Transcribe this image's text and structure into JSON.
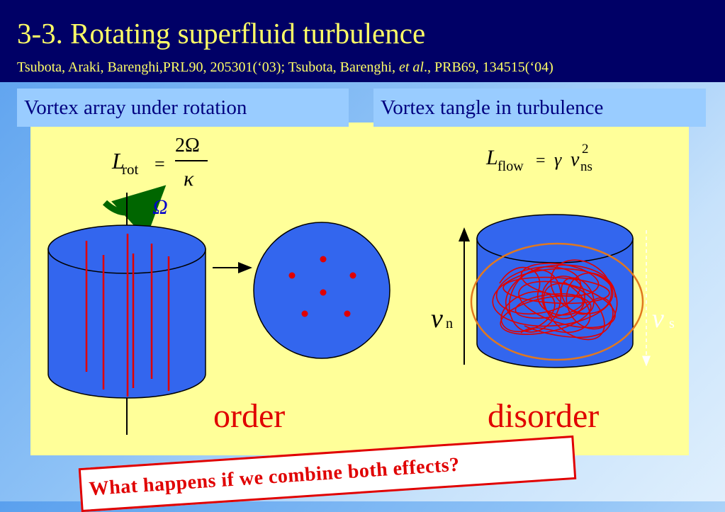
{
  "slide": {
    "title": "3-3. Rotating superfluid turbulence",
    "citation": {
      "part1": "Tsubota, Araki, Barenghi,PRL90, 205301(‘03); Tsubota, Barenghi, ",
      "etal": "et al",
      "part2": "., PRB69, 134515(‘04)"
    },
    "left_label": "Vortex array under rotation",
    "right_label": "Vortex tangle in turbulence",
    "formula_rot": {
      "symbol": "L",
      "subscript": "rot",
      "equals": "=",
      "numerator": "2Ω",
      "denominator": "κ"
    },
    "formula_flow": {
      "symbol": "L",
      "subscript": "flow",
      "equals": "=",
      "gamma": "γ",
      "v": "v",
      "superscript": "2",
      "subscript2": "ns"
    },
    "omega_label": "Ω",
    "vn_label": {
      "v": "v",
      "sub": "n"
    },
    "vs_label": {
      "v": "v",
      "sub": "s"
    },
    "order_label": "order",
    "disorder_label": "disorder",
    "question": "What happens if we combine both effects?"
  },
  "colors": {
    "header_bg": "#000066",
    "title_text": "#ffff66",
    "label_bg": "#99ccff",
    "label_text": "#000080",
    "panel_bg": "#ffff99",
    "cylinder_blue": "#3366ee",
    "vortex_red": "#e00000",
    "arrow_green": "#006600",
    "omega_blue": "#0000cc",
    "ring_orange": "#e07820"
  }
}
